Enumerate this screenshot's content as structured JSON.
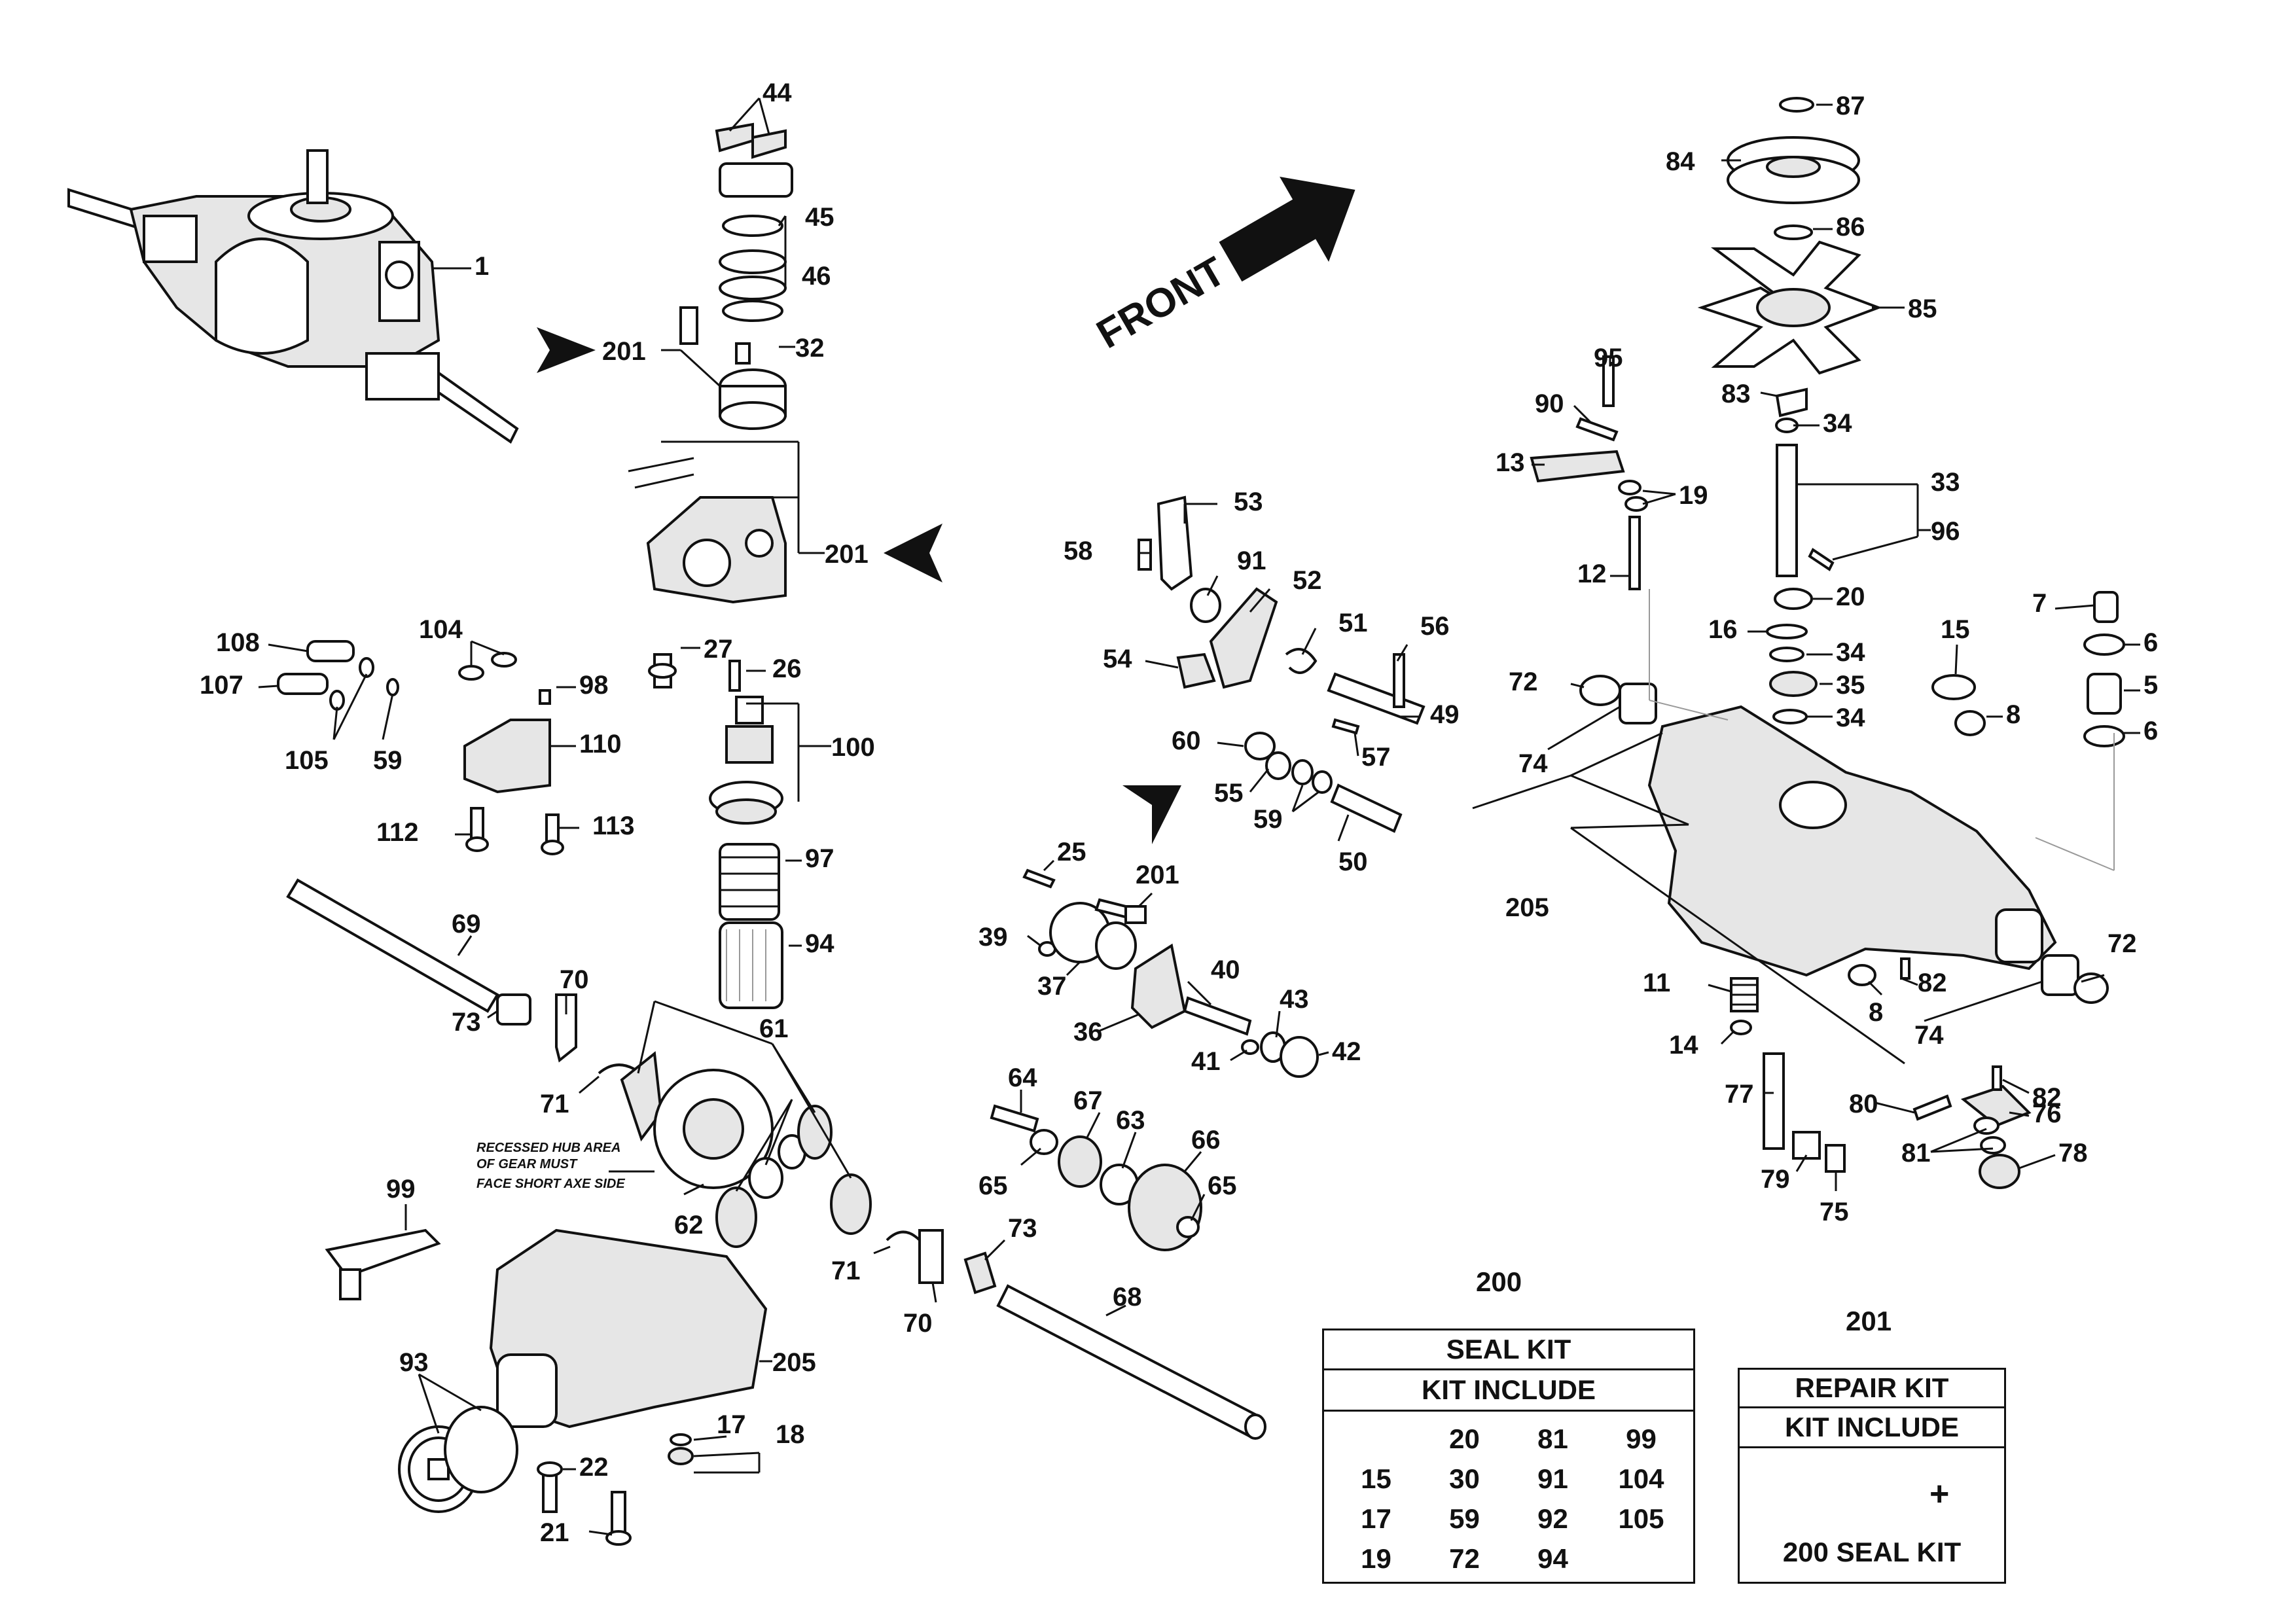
{
  "front_label": "FRONT",
  "note_lines": [
    "RECESSED HUB AREA",
    "OF GEAR MUST",
    "FACE SHORT AXE SIDE"
  ],
  "part_labels": [
    {
      "id": "p44",
      "text": "44"
    },
    {
      "id": "p45",
      "text": "45"
    },
    {
      "id": "p46",
      "text": "46"
    },
    {
      "id": "p32",
      "text": "32"
    },
    {
      "id": "p201a",
      "text": "201"
    },
    {
      "id": "p201b",
      "text": "201"
    },
    {
      "id": "p201c",
      "text": "201"
    },
    {
      "id": "p1",
      "text": "1"
    },
    {
      "id": "p27",
      "text": "27"
    },
    {
      "id": "p26",
      "text": "26"
    },
    {
      "id": "p100",
      "text": "100"
    },
    {
      "id": "p97",
      "text": "97"
    },
    {
      "id": "p94",
      "text": "94"
    },
    {
      "id": "p104",
      "text": "104"
    },
    {
      "id": "p98",
      "text": "98"
    },
    {
      "id": "p108",
      "text": "108"
    },
    {
      "id": "p107",
      "text": "107"
    },
    {
      "id": "p105",
      "text": "105"
    },
    {
      "id": "p59a",
      "text": "59"
    },
    {
      "id": "p110",
      "text": "110"
    },
    {
      "id": "p112",
      "text": "112"
    },
    {
      "id": "p113",
      "text": "113"
    },
    {
      "id": "p69",
      "text": "69"
    },
    {
      "id": "p70a",
      "text": "70"
    },
    {
      "id": "p73a",
      "text": "73"
    },
    {
      "id": "p71a",
      "text": "71"
    },
    {
      "id": "p61",
      "text": "61"
    },
    {
      "id": "p62",
      "text": "62"
    },
    {
      "id": "p99",
      "text": "99"
    },
    {
      "id": "p93",
      "text": "93"
    },
    {
      "id": "p205a",
      "text": "205"
    },
    {
      "id": "p17",
      "text": "17"
    },
    {
      "id": "p18",
      "text": "18"
    },
    {
      "id": "p22",
      "text": "22"
    },
    {
      "id": "p21",
      "text": "21"
    },
    {
      "id": "p53",
      "text": "53"
    },
    {
      "id": "p58",
      "text": "58"
    },
    {
      "id": "p91",
      "text": "91"
    },
    {
      "id": "p52",
      "text": "52"
    },
    {
      "id": "p51",
      "text": "51"
    },
    {
      "id": "p56",
      "text": "56"
    },
    {
      "id": "p54",
      "text": "54"
    },
    {
      "id": "p49",
      "text": "49"
    },
    {
      "id": "p60",
      "text": "60"
    },
    {
      "id": "p57",
      "text": "57"
    },
    {
      "id": "p55",
      "text": "55"
    },
    {
      "id": "p59b",
      "text": "59"
    },
    {
      "id": "p50",
      "text": "50"
    },
    {
      "id": "p25",
      "text": "25"
    },
    {
      "id": "p39",
      "text": "39"
    },
    {
      "id": "p37",
      "text": "37"
    },
    {
      "id": "p40",
      "text": "40"
    },
    {
      "id": "p36",
      "text": "36"
    },
    {
      "id": "p43",
      "text": "43"
    },
    {
      "id": "p41",
      "text": "41"
    },
    {
      "id": "p42",
      "text": "42"
    },
    {
      "id": "p64",
      "text": "64"
    },
    {
      "id": "p67",
      "text": "67"
    },
    {
      "id": "p63",
      "text": "63"
    },
    {
      "id": "p66",
      "text": "66"
    },
    {
      "id": "p65a",
      "text": "65"
    },
    {
      "id": "p65b",
      "text": "65"
    },
    {
      "id": "p73b",
      "text": "73"
    },
    {
      "id": "p71b",
      "text": "71"
    },
    {
      "id": "p70b",
      "text": "70"
    },
    {
      "id": "p68",
      "text": "68"
    },
    {
      "id": "p87",
      "text": "87"
    },
    {
      "id": "p84",
      "text": "84"
    },
    {
      "id": "p86",
      "text": "86"
    },
    {
      "id": "p85",
      "text": "85"
    },
    {
      "id": "p95",
      "text": "95"
    },
    {
      "id": "p90",
      "text": "90"
    },
    {
      "id": "p83",
      "text": "83"
    },
    {
      "id": "p34a",
      "text": "34"
    },
    {
      "id": "p13",
      "text": "13"
    },
    {
      "id": "p19",
      "text": "19"
    },
    {
      "id": "p33",
      "text": "33"
    },
    {
      "id": "p96",
      "text": "96"
    },
    {
      "id": "p12",
      "text": "12"
    },
    {
      "id": "p20",
      "text": "20"
    },
    {
      "id": "p16",
      "text": "16"
    },
    {
      "id": "p34b",
      "text": "34"
    },
    {
      "id": "p15",
      "text": "15"
    },
    {
      "id": "p35",
      "text": "35"
    },
    {
      "id": "p34c",
      "text": "34"
    },
    {
      "id": "p8a",
      "text": "8"
    },
    {
      "id": "p7",
      "text": "7"
    },
    {
      "id": "p6a",
      "text": "6"
    },
    {
      "id": "p5",
      "text": "5"
    },
    {
      "id": "p6b",
      "text": "6"
    },
    {
      "id": "p72a",
      "text": "72"
    },
    {
      "id": "p74a",
      "text": "74"
    },
    {
      "id": "p205b",
      "text": "205"
    },
    {
      "id": "p72b",
      "text": "72"
    },
    {
      "id": "p11",
      "text": "11"
    },
    {
      "id": "p82a",
      "text": "82"
    },
    {
      "id": "p8b",
      "text": "8"
    },
    {
      "id": "p14",
      "text": "14"
    },
    {
      "id": "p74b",
      "text": "74"
    },
    {
      "id": "p82b",
      "text": "82"
    },
    {
      "id": "p77",
      "text": "77"
    },
    {
      "id": "p80",
      "text": "80"
    },
    {
      "id": "p76",
      "text": "76"
    },
    {
      "id": "p81",
      "text": "81"
    },
    {
      "id": "p78",
      "text": "78"
    },
    {
      "id": "p79",
      "text": "79"
    },
    {
      "id": "p75",
      "text": "75"
    }
  ],
  "seal_kit": {
    "number": "200",
    "title": "SEAL KIT",
    "subtitle": "KIT INCLUDE",
    "items": [
      "",
      "20",
      "81",
      "99",
      "15",
      "30",
      "91",
      "104",
      "17",
      "59",
      "92",
      "105",
      "19",
      "72",
      "94",
      ""
    ]
  },
  "repair_kit": {
    "number": "201",
    "title": "REPAIR KIT",
    "subtitle": "KIT INCLUDE",
    "plus": "+",
    "footer": "200 SEAL KIT"
  }
}
